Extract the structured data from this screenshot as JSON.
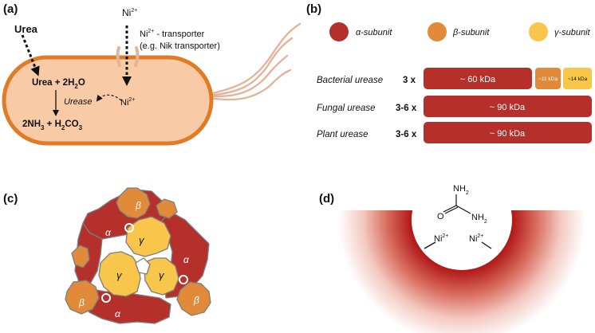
{
  "panel_a": {
    "label": "(a)",
    "urea": "Urea",
    "ni_top": "Ni",
    "ni_top_sup": "2+",
    "transporter_line1_pre": "Ni",
    "transporter_line1_sup": "2+",
    "transporter_line1_post": " - transporter",
    "transporter_line2": "(e.g. Nik transporter)",
    "reactant_urea": "Urea + 2H",
    "reactant_sub": "2",
    "reactant_o": "O",
    "enzyme": "Urease",
    "ni_cell": "Ni",
    "ni_cell_sup": "2+",
    "product_a": "2NH",
    "product_a_sub": "3",
    "product_b": " + H",
    "product_b_sub": "2",
    "product_c": "CO",
    "product_c_sub": "3"
  },
  "panel_b": {
    "label": "(b)",
    "legend": [
      {
        "name": "α-subunit",
        "color": "#b5302a"
      },
      {
        "name": "β-subunit",
        "color": "#e08a3a"
      },
      {
        "name": "γ-subunit",
        "color": "#f7c64a"
      }
    ],
    "rows": [
      {
        "name": "Bacterial urease",
        "mult": "3 x",
        "main": "~ 60 kDa",
        "extra1": "~11 kDa",
        "extra2": "~14 kDa"
      },
      {
        "name": "Fungal urease",
        "mult": "3-6 x",
        "main": "~ 90 kDa"
      },
      {
        "name": "Plant urease",
        "mult": "3-6 x",
        "main": "~ 90 kDa"
      }
    ]
  },
  "panel_c": {
    "label": "(c)",
    "alpha": "α",
    "beta": "β",
    "gamma": "γ"
  },
  "panel_d": {
    "label": "(d)",
    "nh2_top": "NH",
    "nh2_top_sub": "2",
    "o": "O",
    "nh2_right": "NH",
    "nh2_right_sub": "2",
    "ni_left": "Ni",
    "ni_left_sup": "2+",
    "ni_right": "Ni",
    "ni_right_sup": "2+"
  },
  "colors": {
    "alpha": "#b5302a",
    "beta": "#e08a3a",
    "gamma": "#f7c64a",
    "cell_fill": "#f8cba6",
    "cell_border": "#e07b28"
  }
}
